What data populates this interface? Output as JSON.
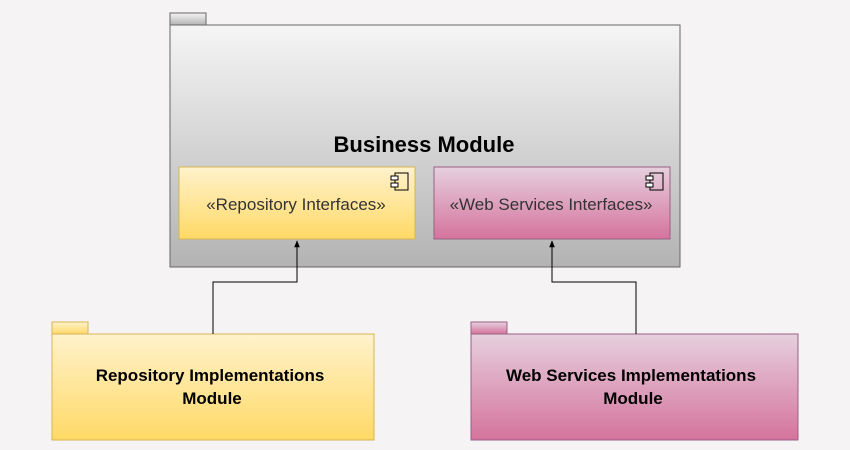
{
  "diagram": {
    "business_module": {
      "title": "Business Module",
      "repository_interfaces": "«Repository Interfaces»",
      "web_services_interfaces": "«Web Services Interfaces»"
    },
    "repository_impl": {
      "line1": "Repository Implementations",
      "line2": "Module"
    },
    "web_services_impl": {
      "line1": "Web Services Implementations",
      "line2": "Module"
    }
  },
  "colors": {
    "background": "#f5f3f4",
    "business_fill_top": "#f5f5f5",
    "business_fill_bottom": "#b3b3b3",
    "business_stroke": "#666666",
    "yellow_fill_top": "#fff2cc",
    "yellow_fill_bottom": "#ffd966",
    "yellow_stroke": "#d6b656",
    "pink_fill_top": "#e6d0de",
    "pink_fill_bottom": "#d5739d",
    "pink_stroke": "#996185",
    "edge": "#000000"
  }
}
